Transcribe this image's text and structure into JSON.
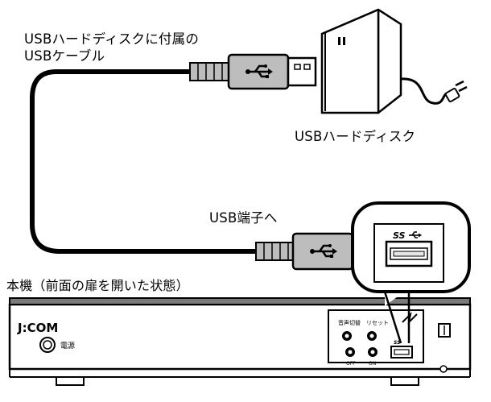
{
  "labels": {
    "cable_line1": "USBハードディスクに付属の",
    "cable_line2": "USBケーブル",
    "hard_disk": "USBハードディスク",
    "port": "USB端子へ",
    "body": "本機（前面の扉を開いた状態）"
  },
  "device": {
    "brand": "J:COM",
    "power_label": "電源",
    "audio_switch_label": "音声切替",
    "reset_label": "リセット",
    "off_label": "OFF",
    "on_label": "ON",
    "ss_logo": "SS"
  },
  "colors": {
    "line": "#000000",
    "fill": "#ffffff",
    "connector_gray": "#bdbdbd",
    "shadow_gray": "#7a7a7a"
  }
}
